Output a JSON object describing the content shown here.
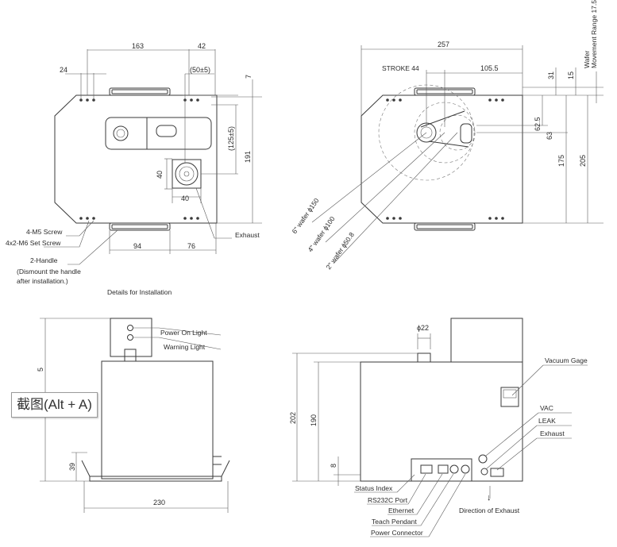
{
  "top_left": {
    "dims": {
      "d163": "163",
      "d42": "42",
      "d24": "24",
      "d50": "(50±5)",
      "d7": "7",
      "d125": "(125±5)",
      "d191": "191",
      "d40v": "40",
      "d40h": "40",
      "d94": "94",
      "d76": "76"
    },
    "callouts": {
      "m5": "4-M5 Screw",
      "m6": "4x2-M6 Set Screw",
      "handle": "2-Handle",
      "handle_note1": "(Dismount the handle",
      "handle_note2": "after installation.)",
      "exhaust": "Exhaust"
    },
    "caption": "Details for Installation"
  },
  "top_right": {
    "dims": {
      "d257": "257",
      "stroke": "STROKE 44",
      "d105": "105.5",
      "d31": "31",
      "d15": "15",
      "d62": "62.5",
      "d63": "63",
      "d175": "175",
      "d205": "205",
      "range1": "Wafer",
      "range2": "Movement Range 17.5"
    },
    "wafers": {
      "w150": "6\" wafer ϕ150",
      "w100": "4\" wafer ϕ100",
      "w50": "2\" wafer ϕ50.8"
    }
  },
  "bottom_left": {
    "labels": {
      "power_on": "Power On Light",
      "warning": "Warning Light"
    },
    "dims": {
      "d39": "39",
      "d230": "230",
      "d5": "5"
    }
  },
  "bottom_right": {
    "dims": {
      "d22": "ϕ22",
      "d202": "202",
      "d190": "190",
      "d8": "8"
    },
    "labels": {
      "vacuum": "Vacuum Gage",
      "vac": "VAC",
      "leak": "LEAK",
      "exhaust": "Exhaust",
      "status": "Status Index",
      "rs232": "RS232C Port",
      "ethernet": "Ethernet",
      "teach": "Teach Pendant",
      "power": "Power Connector",
      "direction": "Direction of Exhaust",
      "arrow": "↓"
    }
  },
  "tooltip": "截图(Alt + A)"
}
